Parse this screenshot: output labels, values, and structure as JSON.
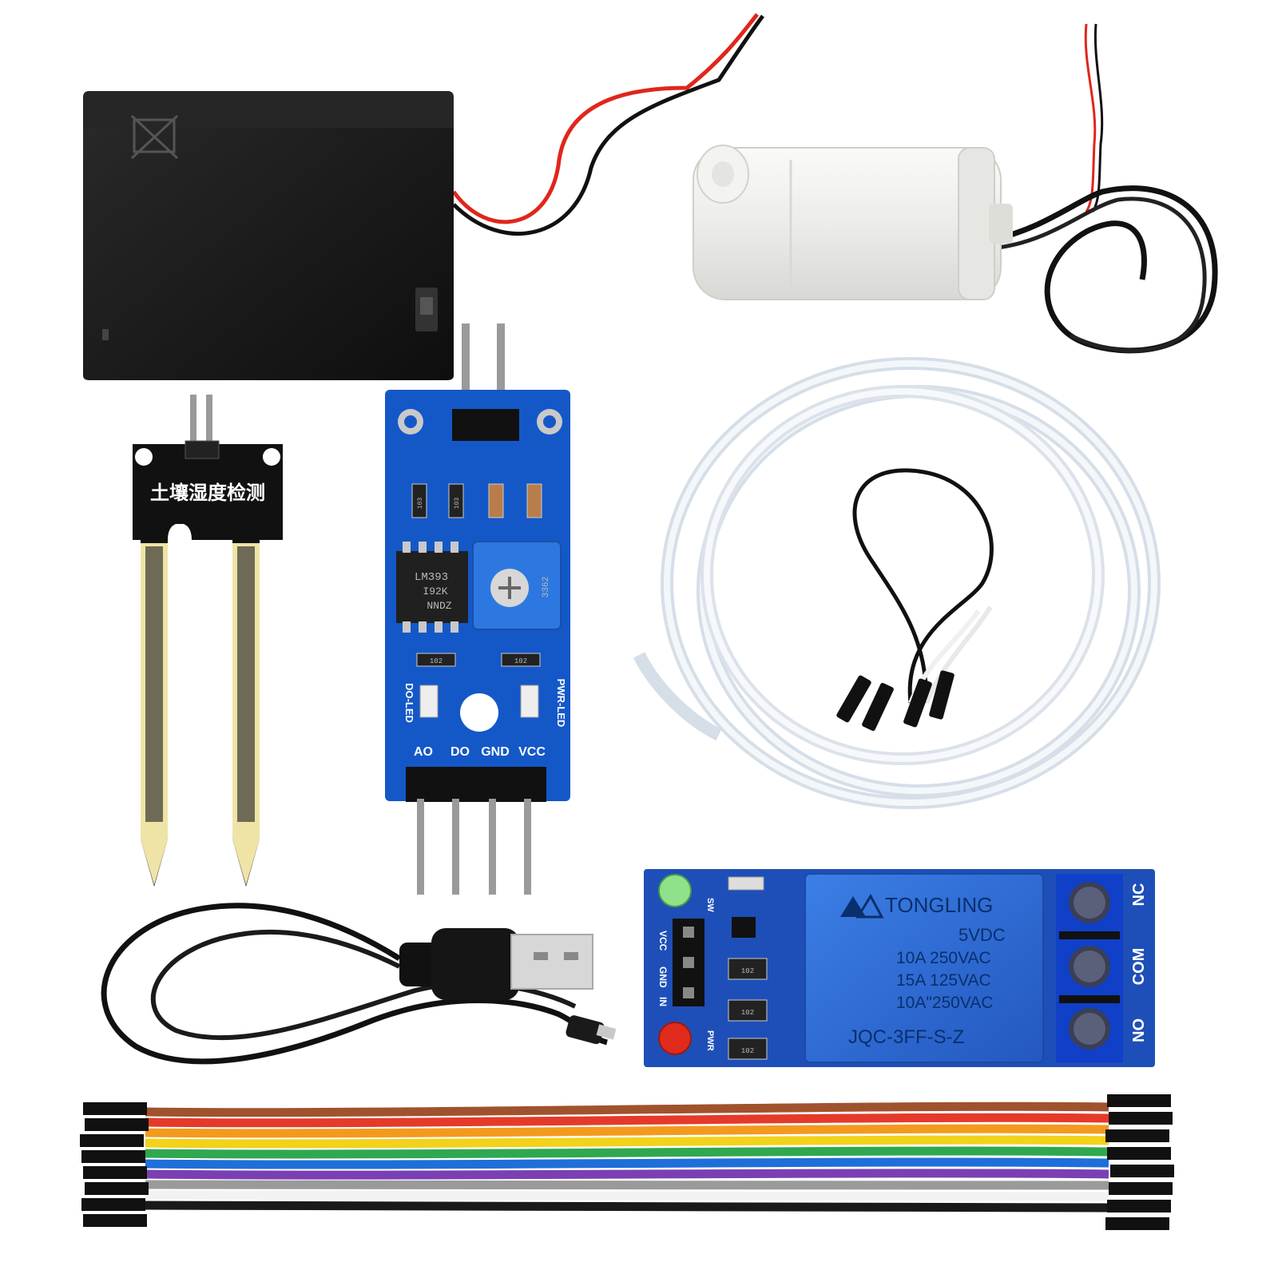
{
  "colors": {
    "background": "#ffffff",
    "pcb_blue": "#1458c8",
    "battery_black": "#1a1a1a",
    "probe_black": "#111111",
    "probe_fr4": "#efe4a6",
    "relay_blue": "#2f6fd8",
    "terminal_blue": "#1040c8",
    "pump_white": "#f2f2ee",
    "tube_clear": "#dfe6ee",
    "wire_red": "#e0261b",
    "wire_black": "#111111"
  },
  "objects": {
    "battery_box": {
      "name": "battery-box"
    },
    "water_pump": {
      "name": "water-pump"
    },
    "soil_probe": {
      "name": "soil-moisture-probe",
      "label": "土壤湿度检测"
    },
    "sensor_module": {
      "name": "lm393-comparator-module",
      "chip": [
        "LM393",
        "I92K",
        "NNDZ"
      ],
      "pot": "3362",
      "resistors": [
        "103",
        "103",
        "102",
        "102"
      ],
      "leds": [
        "DO-LED",
        "PWR-LED"
      ],
      "pins": [
        "AO",
        "DO",
        "GND",
        "VCC"
      ]
    },
    "silicone_tube": {
      "name": "silicone-tube"
    },
    "jumper_pair": {
      "name": "female-jumper-wires"
    },
    "usb_cable": {
      "name": "usb-power-cable"
    },
    "relay_module": {
      "name": "relay-module",
      "brand": "TONGLING",
      "voltage": "5VDC",
      "ratings": [
        "10A 250VAC",
        "15A 125VAC",
        "10A\"250VAC"
      ],
      "model": "JQC-3FF-S-Z",
      "terminals": [
        "NC",
        "COM",
        "NO"
      ],
      "header_pins": [
        "VCC",
        "GND",
        "IN"
      ],
      "indicators": [
        "SW",
        "PWR"
      ],
      "resistors": [
        "102",
        "102",
        "102"
      ]
    },
    "ribbon_cable": {
      "name": "dupont-ribbon-cable",
      "wire_colors": [
        "#a0522d",
        "#e53a2a",
        "#f39a1e",
        "#f2d21a",
        "#2fa84f",
        "#1e6fd9",
        "#7b3fb3",
        "#9a9a9a",
        "#ffffff",
        "#1a1a1a"
      ]
    }
  }
}
